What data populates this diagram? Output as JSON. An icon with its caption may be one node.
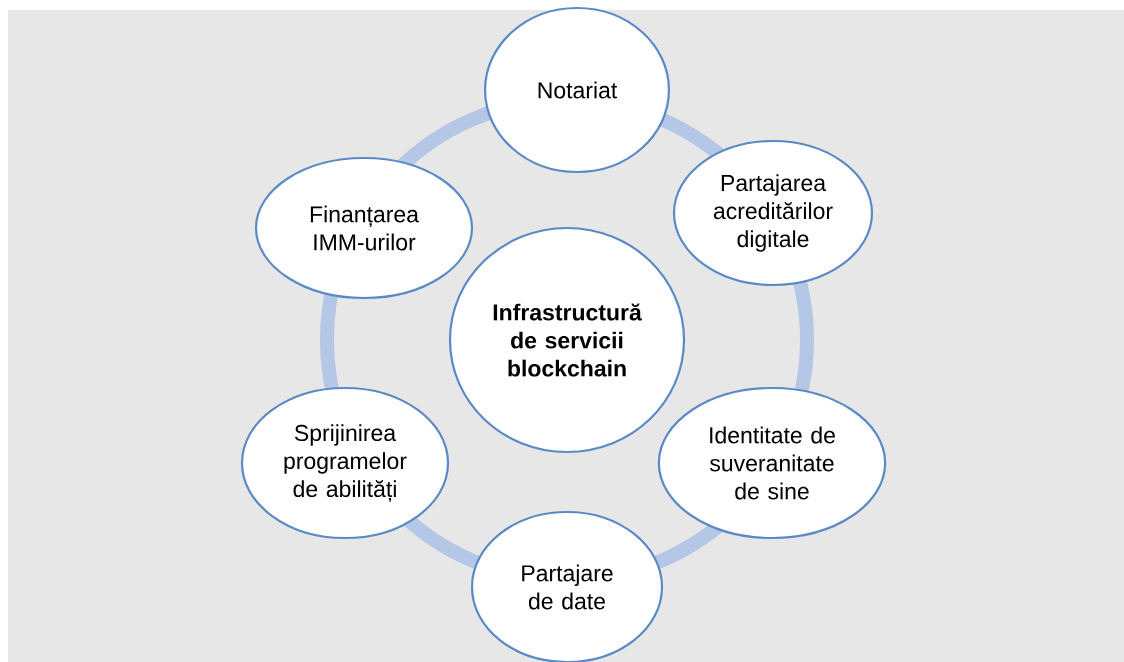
{
  "diagram": {
    "nodes": [
      {
        "text": [
          "Notariat"
        ]
      },
      {
        "text": [
          "Finanțarea IMM-urilor"
        ]
      },
      {
        "text": [
          "Partajarea acreditărilor digitale"
        ]
      },
      {
        "text": [
          "Infrastructură de servicii blockchain"
        ]
      },
      {
        "text": [
          "Sprijinirea programelor de abilități"
        ]
      },
      {
        "text": [
          "Identitate de suveranitate de sine"
        ]
      },
      {
        "text": [
          "Partajare de date"
        ]
      }
    ]
  }
}
